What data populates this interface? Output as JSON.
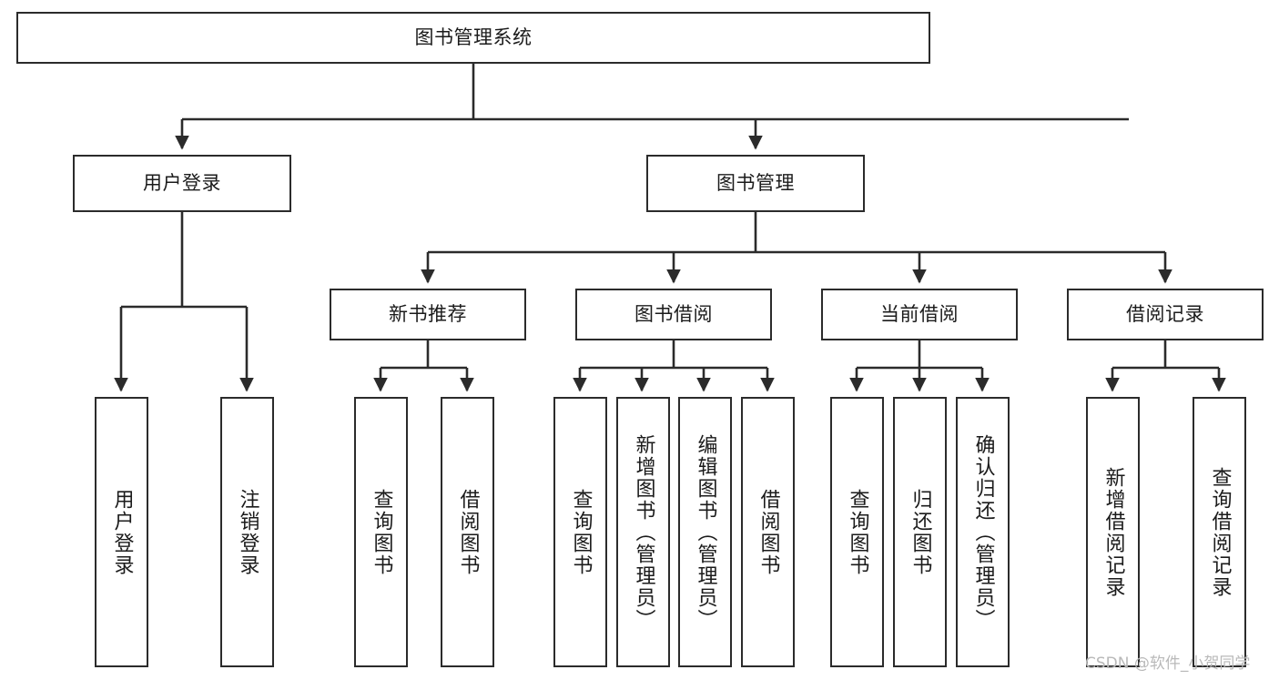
{
  "diagram": {
    "title": "图书管理系统",
    "type": "tree-hierarchy-chart",
    "orientation": "top-down",
    "line_color": "#2b2b2b",
    "box_fill": "#ffffff",
    "text_color": "#1b1b1b",
    "watermark": "CSDN @软件_小贺同学"
  },
  "nodes": {
    "root": {
      "label": "图书管理系统"
    },
    "level1": [
      {
        "label": "用户登录"
      },
      {
        "label": "图书管理"
      }
    ],
    "level2": [
      {
        "label": "新书推荐"
      },
      {
        "label": "图书借阅"
      },
      {
        "label": "当前借阅"
      },
      {
        "label": "借阅记录"
      }
    ],
    "leaves": {
      "user_login": [
        {
          "label": "用户登录"
        },
        {
          "label": "注销登录"
        }
      ],
      "new_book_recommend": [
        {
          "label": "查询图书"
        },
        {
          "label": "借阅图书"
        }
      ],
      "book_borrow": [
        {
          "label": "查询图书"
        },
        {
          "label": "新增图书（管理员）"
        },
        {
          "label": "编辑图书（管理员）"
        },
        {
          "label": "借阅图书"
        }
      ],
      "current_borrow": [
        {
          "label": "查询图书"
        },
        {
          "label": "归还图书"
        },
        {
          "label": "确认归还（管理员）"
        }
      ],
      "borrow_record": [
        {
          "label": "新增借阅记录"
        },
        {
          "label": "查询借阅记录"
        }
      ]
    }
  }
}
